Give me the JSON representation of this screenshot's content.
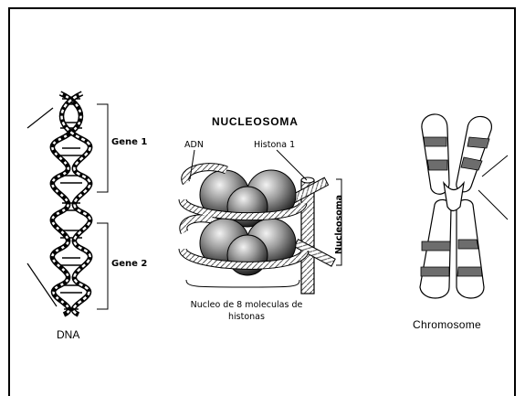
{
  "dna": {
    "label": "DNA",
    "gene1": "Gene 1",
    "gene2": "Gene 2"
  },
  "nucleosome": {
    "title": "NUCLEOSOMA",
    "adn": "ADN",
    "histona": "Histona 1",
    "side_label": "Nucleosoma",
    "caption_line1": "Nucleo de 8 moleculas de",
    "caption_line2": "histonas"
  },
  "chromosome": {
    "label": "Chromosome"
  }
}
